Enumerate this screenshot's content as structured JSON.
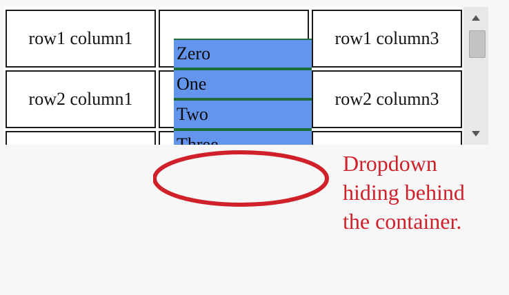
{
  "table": {
    "row1": {
      "col1": "row1 column1",
      "col3": "row1 column3"
    },
    "row2": {
      "col1": "row2 column1",
      "col3": "row2 column3"
    }
  },
  "dropdown": {
    "items": [
      "Zero",
      "One",
      "Two",
      "Three"
    ],
    "background_color": "#6495ed",
    "divider_color": "#1c6b3a"
  },
  "annotation": {
    "lines": [
      "Dropdown",
      "hiding behind",
      "the container."
    ],
    "color": "#d0202a"
  },
  "icons": {
    "scroll_up": "triangle-up-icon",
    "scroll_down": "triangle-down-icon"
  }
}
